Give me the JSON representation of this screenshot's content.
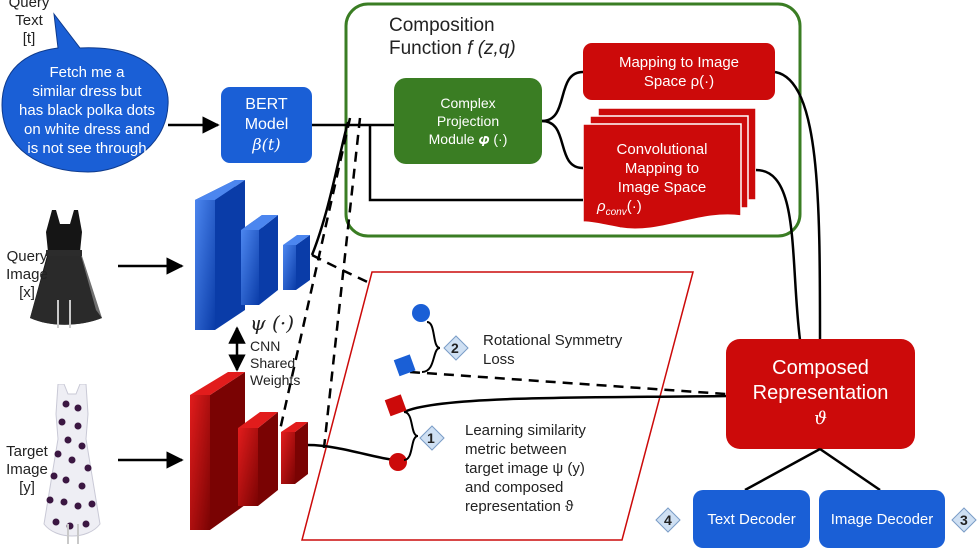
{
  "query_text": {
    "label_line1": "Query",
    "label_line2": "Text",
    "label_line3": "[t]",
    "bubble_lines": [
      "Fetch me a",
      "similar dress but",
      "has black polka dots",
      "on white dress and",
      "is not see through"
    ]
  },
  "bert": {
    "line1": "BERT",
    "line2": "Model",
    "line3": "β(t)"
  },
  "composition": {
    "title_line1": "Composition",
    "title_line2": "Function",
    "title_formula": "f (z,q)"
  },
  "complex_projection": {
    "lines": [
      "Complex",
      "Projection",
      "Module 𝝋 (·)"
    ]
  },
  "mapping_image_space": {
    "line1": "Mapping to Image",
    "line2": "Space ρ(·)"
  },
  "conv_mapping": {
    "lines": [
      "Convolutional",
      "Mapping to",
      "Image Space"
    ],
    "rho": "ρ",
    "rho_sub": "conv",
    "rho_tail": "(·)"
  },
  "query_image": {
    "lines": [
      "Query",
      "Image",
      "[x]"
    ]
  },
  "target_image": {
    "lines": [
      "Target",
      "Image",
      "[y]"
    ]
  },
  "cnn": {
    "psi": "ψ (·)",
    "lines": [
      "CNN",
      "Shared",
      "Weights"
    ]
  },
  "rotational": {
    "badge": "2",
    "line1": "Rotational Symmetry",
    "line2": "Loss"
  },
  "learning": {
    "badge": "1",
    "lines": [
      "Learning similarity",
      "metric between",
      "target image ψ (y)",
      "and composed",
      "representation ϑ"
    ]
  },
  "composed": {
    "line1": "Composed",
    "line2": "Representation",
    "symbol": "ϑ"
  },
  "text_decoder": {
    "label": "Text Decoder",
    "badge": "4"
  },
  "image_decoder": {
    "label": "Image Decoder",
    "badge": "3"
  },
  "colors": {
    "blue": "#1a5fd6",
    "red": "#cc0a0a",
    "green": "#3a7d23",
    "badge_fill": "#cfe0f3",
    "bubble": "#1a5fd6"
  }
}
